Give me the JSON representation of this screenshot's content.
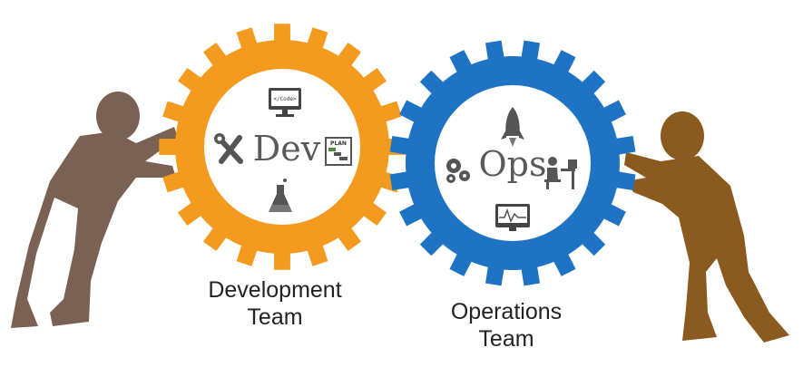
{
  "dev_gear": {
    "word": "Dev",
    "color": "#f39a1f",
    "icons": [
      "code-monitor-icon",
      "tools-icon",
      "plan-board-icon",
      "flask-icon"
    ],
    "code_text": "</Code>",
    "plan_text": "PLAN"
  },
  "ops_gear": {
    "word": "Ops",
    "color": "#1e73c4",
    "icons": [
      "rocket-icon",
      "cogs-icon",
      "operator-desk-icon",
      "monitor-graph-icon"
    ]
  },
  "labels": {
    "development_line1": "Development",
    "development_line2": "Team",
    "operations_line1": "Operations",
    "operations_line2": "Team"
  },
  "people": {
    "left_color": "#7a6153",
    "right_color": "#8a5a1f"
  }
}
